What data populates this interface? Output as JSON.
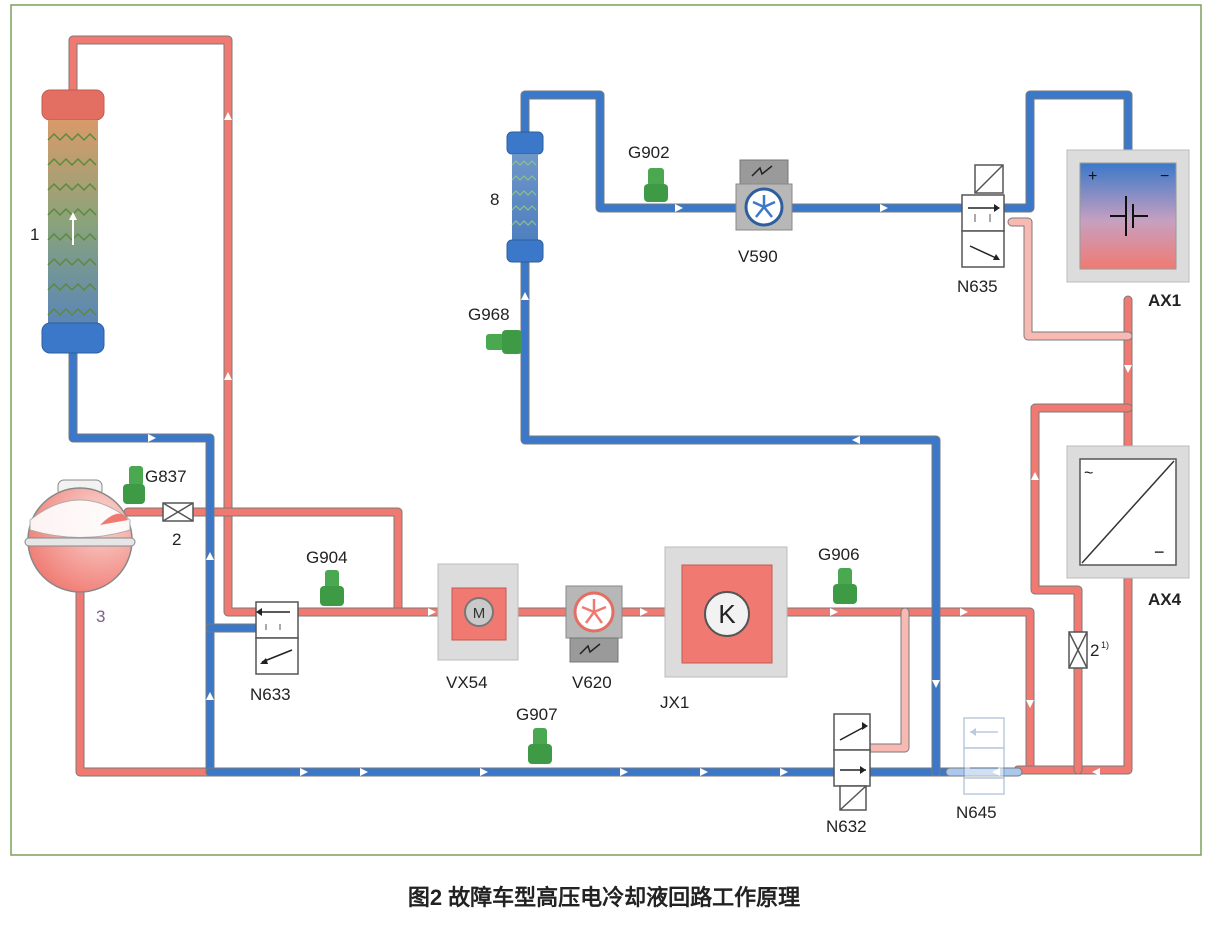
{
  "caption": "图2 故障车型高压电冷却液回路工作原理",
  "colors": {
    "hot": "#f07a72",
    "hot_light": "#f7b9b2",
    "cold": "#3b78c9",
    "cold_light": "#a9c8ec",
    "sensor": "#3f9a45",
    "frame": "#d9d9d9",
    "border": "#6c9a5a"
  },
  "components": {
    "radiator": {
      "label": "1"
    },
    "check_valve_top": {
      "label": "2"
    },
    "check_valve_right": {
      "label": "2",
      "superscript": "1)"
    },
    "expansion_tank": {
      "label": "3"
    },
    "chiller": {
      "label": "8"
    },
    "pump_v590": {
      "label": "V590"
    },
    "pump_v620": {
      "label": "V620"
    },
    "heater_vx54": {
      "label": "VX54",
      "symbol": "M"
    },
    "compressor_jx1": {
      "label": "JX1",
      "symbol": "K"
    },
    "battery_ax1": {
      "label": "AX1",
      "plus": "+",
      "minus": "−"
    },
    "converter_ax4": {
      "label": "AX4",
      "ac": "~",
      "dc": "−"
    },
    "valve_n635": {
      "label": "N635"
    },
    "valve_n633": {
      "label": "N633"
    },
    "valve_n632": {
      "label": "N632"
    },
    "valve_n645": {
      "label": "N645"
    }
  },
  "sensors": [
    {
      "id": "g902",
      "label": "G902"
    },
    {
      "id": "g968",
      "label": "G968"
    },
    {
      "id": "g837",
      "label": "G837"
    },
    {
      "id": "g904",
      "label": "G904"
    },
    {
      "id": "g906",
      "label": "G906"
    },
    {
      "id": "g907",
      "label": "G907"
    }
  ]
}
